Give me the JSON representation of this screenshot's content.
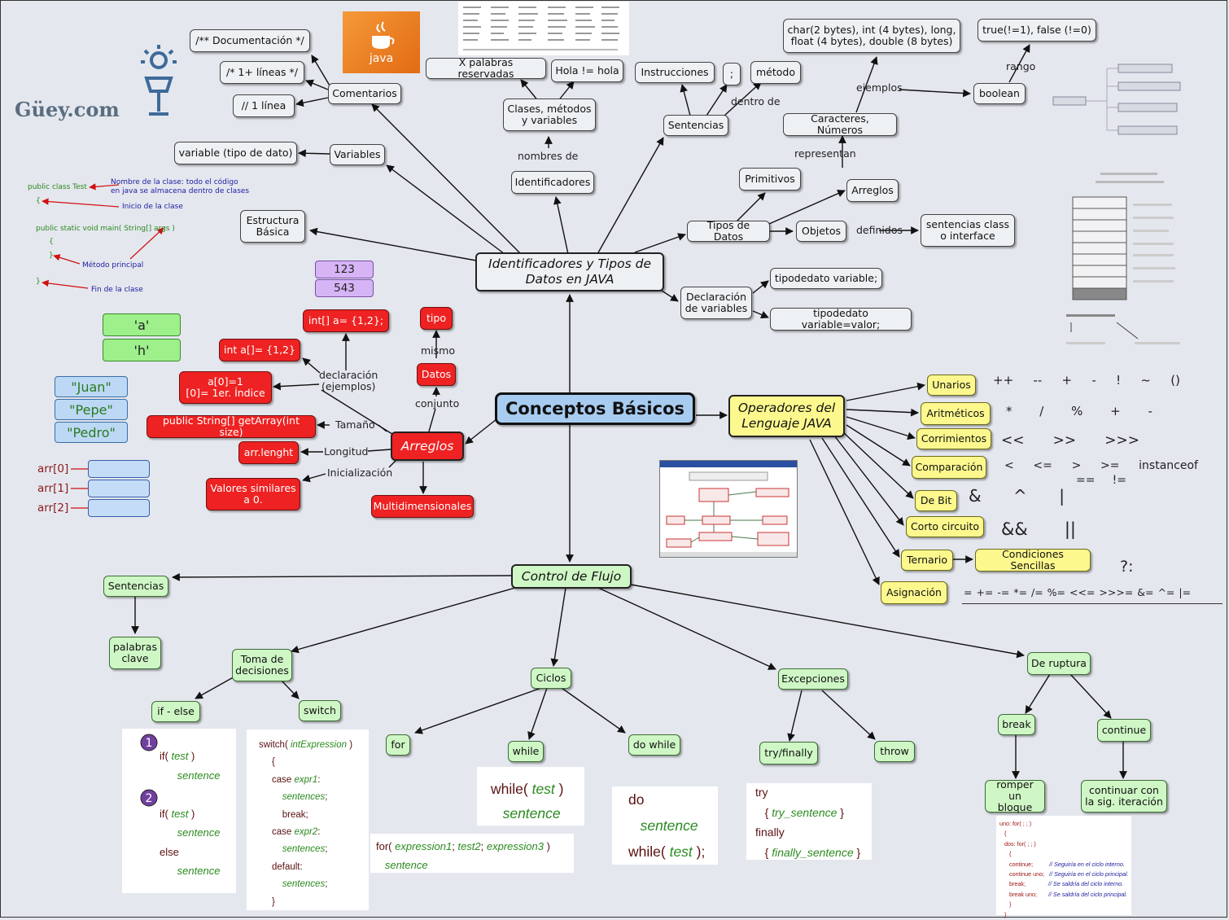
{
  "logo": "Güey.com",
  "java_logo_text": "java",
  "nodes": {
    "center": "Conceptos Básicos",
    "ident": "Identificadores y Tipos de\nDatos en JAVA",
    "operadores": "Operadores del\nLenguaje JAVA",
    "control": "Control de Flujo",
    "arreglos": "Arreglos",
    "doc": "/** Documentación */",
    "multi": "/* 1+ líneas */",
    "linea": "// 1 línea",
    "comentarios": "Comentarios",
    "variable_tipo": "variable (tipo de dato)",
    "variables": "Variables",
    "estructura": "Estructura\nBásica",
    "reservadas": "X palabras reservadas",
    "hola": "Hola != hola",
    "clases": "Clases, métodos\ny variables",
    "identificadores": "Identificadores",
    "instrucciones": "Instrucciones",
    "semicolon": ";",
    "metodo": "método",
    "sentencias": "Sentencias",
    "char": "char(2 bytes), int (4 bytes), long,\nfloat (4 bytes), double (8 bytes)",
    "truefalse": "true(!=1), false (!=0)",
    "caracteres": "Caracteres, Números",
    "boolean": "boolean",
    "primitivos": "Primitivos",
    "arreglos_t": "Arreglos",
    "tipos": "Tipos de Datos",
    "objetos": "Objetos",
    "sentclass": "sentencias class\no interface",
    "declaracion": "Declaración\nde variables",
    "tv1": "tipodedato variable;",
    "tv2": "tipodedato variable=valor;",
    "int1": "int[] a= {1,2};",
    "int2": "int a[]= {1,2}",
    "a0": "a[0]=1\n[0]= 1er. Índice",
    "getarray": "public String[] getArray(int size)",
    "arrlenght": "arr.lenght",
    "valores": "Valores similares\na 0.",
    "multidim": "Multidimensionales",
    "tipo": "tipo",
    "datos": "Datos",
    "unarios": "Unarios",
    "aritmeticos": "Aritméticos",
    "corrimientos": "Corrimientos",
    "comparacion": "Comparación",
    "debit": "De Bit",
    "cortocircuito": "Corto circuito",
    "ternario": "Ternario",
    "condiciones": "Condiciones Sencillas",
    "asignacion": "Asignación",
    "sentencias_cf": "Sentencias",
    "palabras": "palabras\nclave",
    "toma": "Toma de\ndecisiones",
    "ifelse": "if - else",
    "switch": "switch",
    "ciclos": "Ciclos",
    "for": "for",
    "while": "while",
    "dowhile": "do while",
    "excepciones": "Excepciones",
    "tryfinally": "try/finally",
    "throw": "throw",
    "ruptura": "De ruptura",
    "break": "break",
    "continue": "continue",
    "romper": "romper un\nbloque",
    "continuar": "continuar con\nla sig. iteración"
  },
  "labels": {
    "nombres_de": "nombres de",
    "dentro_de": "dentro de",
    "ejemplos": "ejemplos",
    "rango": "rango",
    "representan": "representan",
    "definidos": "definidos",
    "mismo": "mismo",
    "conjunto": "conjunto",
    "declaracion_ej": "declaración\n(ejemplos)",
    "tamano": "Tamaño",
    "longitud": "Longitud",
    "inicializacion": "Inicialización"
  },
  "symbols": {
    "unarios": [
      "++",
      "--",
      "+",
      "-",
      "!",
      "~",
      "()"
    ],
    "aritmeticos": [
      "*",
      "/",
      "%",
      "+",
      "-"
    ],
    "corrimientos": [
      "<<",
      ">>",
      ">>>"
    ],
    "comparacion": [
      "<",
      "<=",
      ">",
      ">=",
      "instanceof"
    ],
    "comparacion2": [
      "==",
      "!="
    ],
    "debit": [
      "&",
      "^",
      "|"
    ],
    "cortocircuito": [
      "&&",
      "||"
    ],
    "ternario": "?:",
    "asignacion": "=  +=  -=  *=  /=  %=  <<=  >>>=  &=  ^=  |="
  },
  "array_examples": {
    "nums": [
      "123",
      "543"
    ],
    "chars": [
      "'a'",
      "'h'"
    ],
    "names": [
      "\"Juan\"",
      "\"Pepe\"",
      "\"Pedro\""
    ],
    "arr": [
      "arr[0]",
      "arr[1]",
      "arr[2]"
    ]
  },
  "structure_annotations": {
    "line1": "public class Test",
    "ann1": "Nombre de la clase: todo el código\nen java se almacena dentro de clases",
    "line2": "{",
    "ann2": "Inicio de la clase",
    "line3": "public static void main( String[] args )",
    "line4": "{",
    "line5": "}",
    "ann3": "Método principal",
    "line6": "}",
    "ann4": "Fin de la clase"
  },
  "colors": {
    "background": "#e4e7ee",
    "center": "#a7ccf0",
    "red": "#ee2222",
    "yellow": "#fcf88e",
    "green": "#cff7c6",
    "gray": "#eef1f4"
  }
}
